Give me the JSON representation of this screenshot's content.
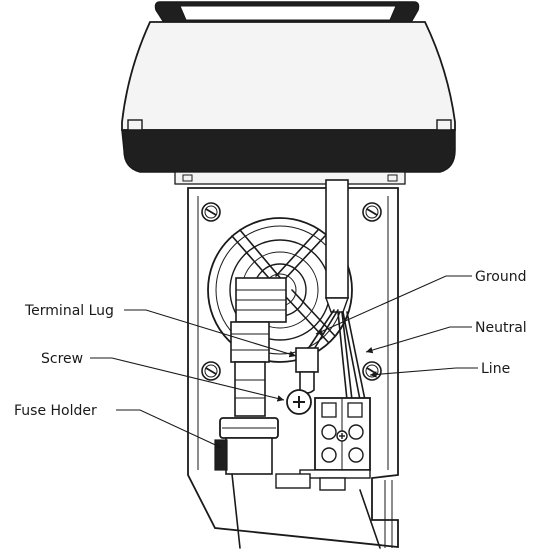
{
  "labels": {
    "ground": "Ground",
    "terminal_lug": "Terminal Lug",
    "neutral": "Neutral",
    "screw": "Screw",
    "line": "Line",
    "fuse_holder": "Fuse Holder"
  },
  "colors": {
    "ink": "#1a1a1a",
    "housing_dark": "#1f1f1f",
    "housing_light": "#f4f4f4",
    "background": "#ffffff"
  }
}
